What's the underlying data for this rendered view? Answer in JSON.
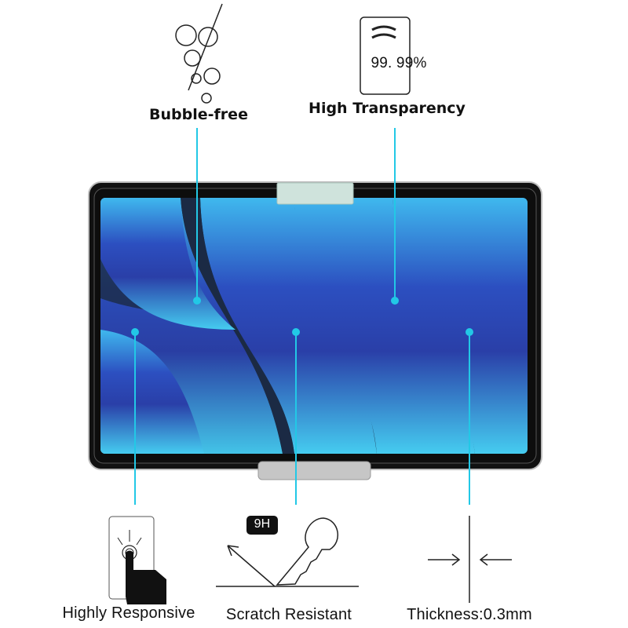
{
  "features": {
    "bubble_free": "Bubble-free",
    "high_transparency": "High Transparency",
    "transparency_value": "99. 99%",
    "highly_responsive": "Highly Responsive",
    "scratch_resistant": "Scratch Resistant",
    "hardness_badge": "9H",
    "thickness": "Thickness:0.3mm"
  },
  "colors": {
    "accent": "#22c8e6",
    "wallpaper_light": "#4fd0f2",
    "wallpaper_dark": "#1b2a44"
  }
}
